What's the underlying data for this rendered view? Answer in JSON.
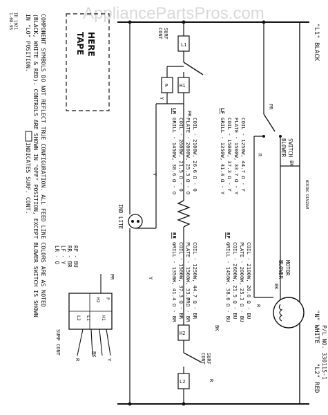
{
  "watermark": "AppliancePartsPros.com",
  "corner_code_1": "1-08-95",
  "corner_code_2": "ID 1021",
  "tape_label_1": "TAPE",
  "tape_label_2": "HERE",
  "diagram_title": "WIRING DIAGRAM",
  "notes": {
    "line1": "COMPONENT SYMBOLS DO NOT REFLECT TRUE CONFIGURATION.  ALL FEED LINE COLORS ARE AS NOTED",
    "line2": "(BLACK, WHITE & RED).  CONTROLS ARE SHOWN IN \"OFF\" POSITION, EXCEPT BLOWER SWITCH IS SHOWN",
    "line3": "IN \"LO\" POSITION.",
    "line3b": "INDICATES SURF. CONT.",
    "part_no": "P/L NO.  330115-1"
  },
  "lines": {
    "l1": "\"L1\" BLACK",
    "n": "\"N\" WHITE",
    "l2": "\"L2\" RED"
  },
  "components": {
    "surf_cont_top_1": "SURF",
    "surf_cont_top_2": "CONT",
    "surf_cont_bottom_1": "SURF",
    "surf_cont_bottom_2": "CONT",
    "surf_cont_block": "SURF CONT",
    "l1_box": "L1",
    "h1_box": "H1",
    "p_box": "P",
    "h2_box": "H2",
    "l2_box": "L2",
    "blower_switch_1": "BLOWER",
    "blower_switch_2": "SWITCH",
    "blower_motor_1": "BLOWER",
    "blower_motor_2": "MOTOR",
    "ind_lite": "IND LITE"
  },
  "wire_labels": {
    "y1": "Y",
    "pr1": "PR",
    "pr2": "PR",
    "r1": "R",
    "bk1": "BK",
    "bk2": "BK",
    "r2": "R",
    "y2": "Y",
    "pr3": "PR",
    "r3": "R",
    "bk3": "BK",
    "y3": "Y"
  },
  "elements": {
    "lf": {
      "tag": "LF",
      "rows": [
        "GRILL - 1350W, 41.4 Ω - Y",
        "COIL  - 1500W, 37.3 Ω - Y",
        "PLATE - 1500W, 33.7 Ω - Y",
        "COIL  - 1250W, 44.7 Ω - Y"
      ]
    },
    "lr": {
      "tag": "LR",
      "rows": [
        "GRILL - 1450W, 38.6 Ω - O",
        "COIL  - 2600W, 21.5 Ω - O",
        "PLATE - 2000W, 25.3 Ω - O",
        "COIL  - 2100W, 26.6 Ω - O"
      ]
    },
    "rf": {
      "tag": "RF",
      "rows": [
        "GRILL - 1450W, 38.6 Ω - BU",
        "COIL  - 2600W, 21.5 Ω - BU",
        "PLATE - 2000W, 25.3 Ω - BU",
        "COIL  - 2100W, 26.6 Ω - BU"
      ]
    },
    "rr": {
      "tag": "RR",
      "rows": [
        "GRILL - 1350W, 41.4 Ω - BR",
        "COIL  - 1500W, 37.3 Ω - BR",
        "PLATE - 1500W, 33.7 Ω - BR",
        "COIL  - 1250W, 44.7 Ω - BR"
      ]
    }
  },
  "color_key": [
    "LR - O",
    "LF - Y",
    "RR - BR",
    "RF - BU"
  ],
  "block_pins": {
    "h2": "H2",
    "p": "P",
    "l2": "L2",
    "l1": "L1",
    "h1": "H1",
    "pr": "PR",
    "r": "R",
    "bk": "BK",
    "y": "Y"
  }
}
